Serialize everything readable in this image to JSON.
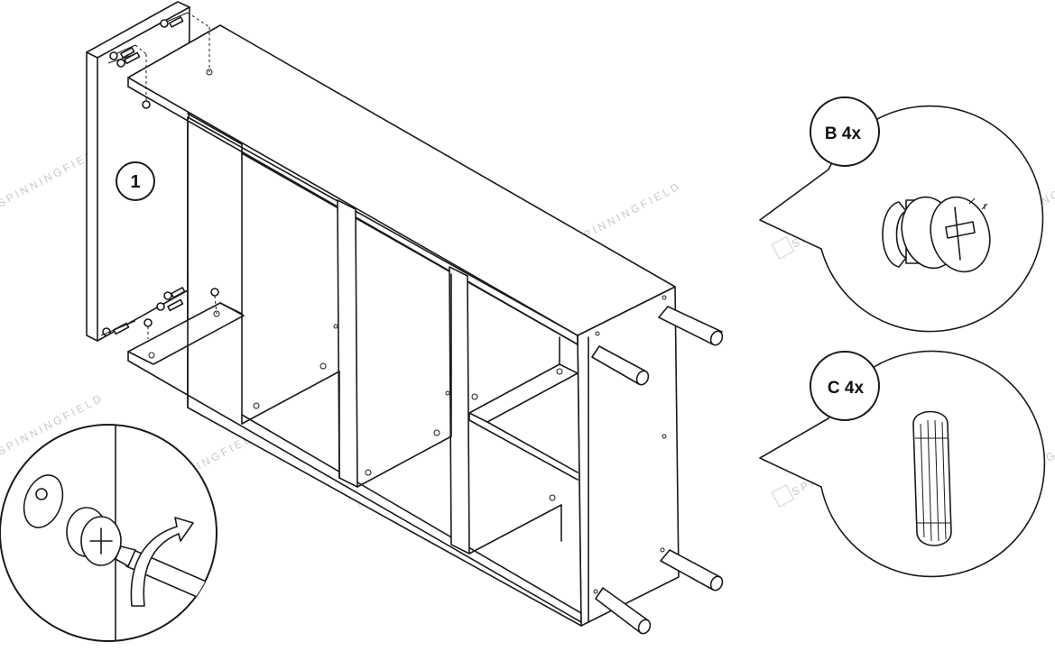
{
  "step_number": "1",
  "watermark_text": "SPINNINGFIELD",
  "callouts": [
    {
      "id": "B",
      "label": "B 4x",
      "part": "cam-lock"
    },
    {
      "id": "C",
      "label": "C 4x",
      "part": "wooden-dowel"
    }
  ],
  "icons": {
    "cam_lock": "cam-lock-fitting-icon",
    "dowel": "wooden-dowel-icon",
    "screwdriver": "screwdriver-icon",
    "rotate_arrow": "clockwise-arrow-icon"
  },
  "colors": {
    "line": "#1a1a1a",
    "watermark": "#c8c8c8",
    "background": "#ffffff"
  }
}
